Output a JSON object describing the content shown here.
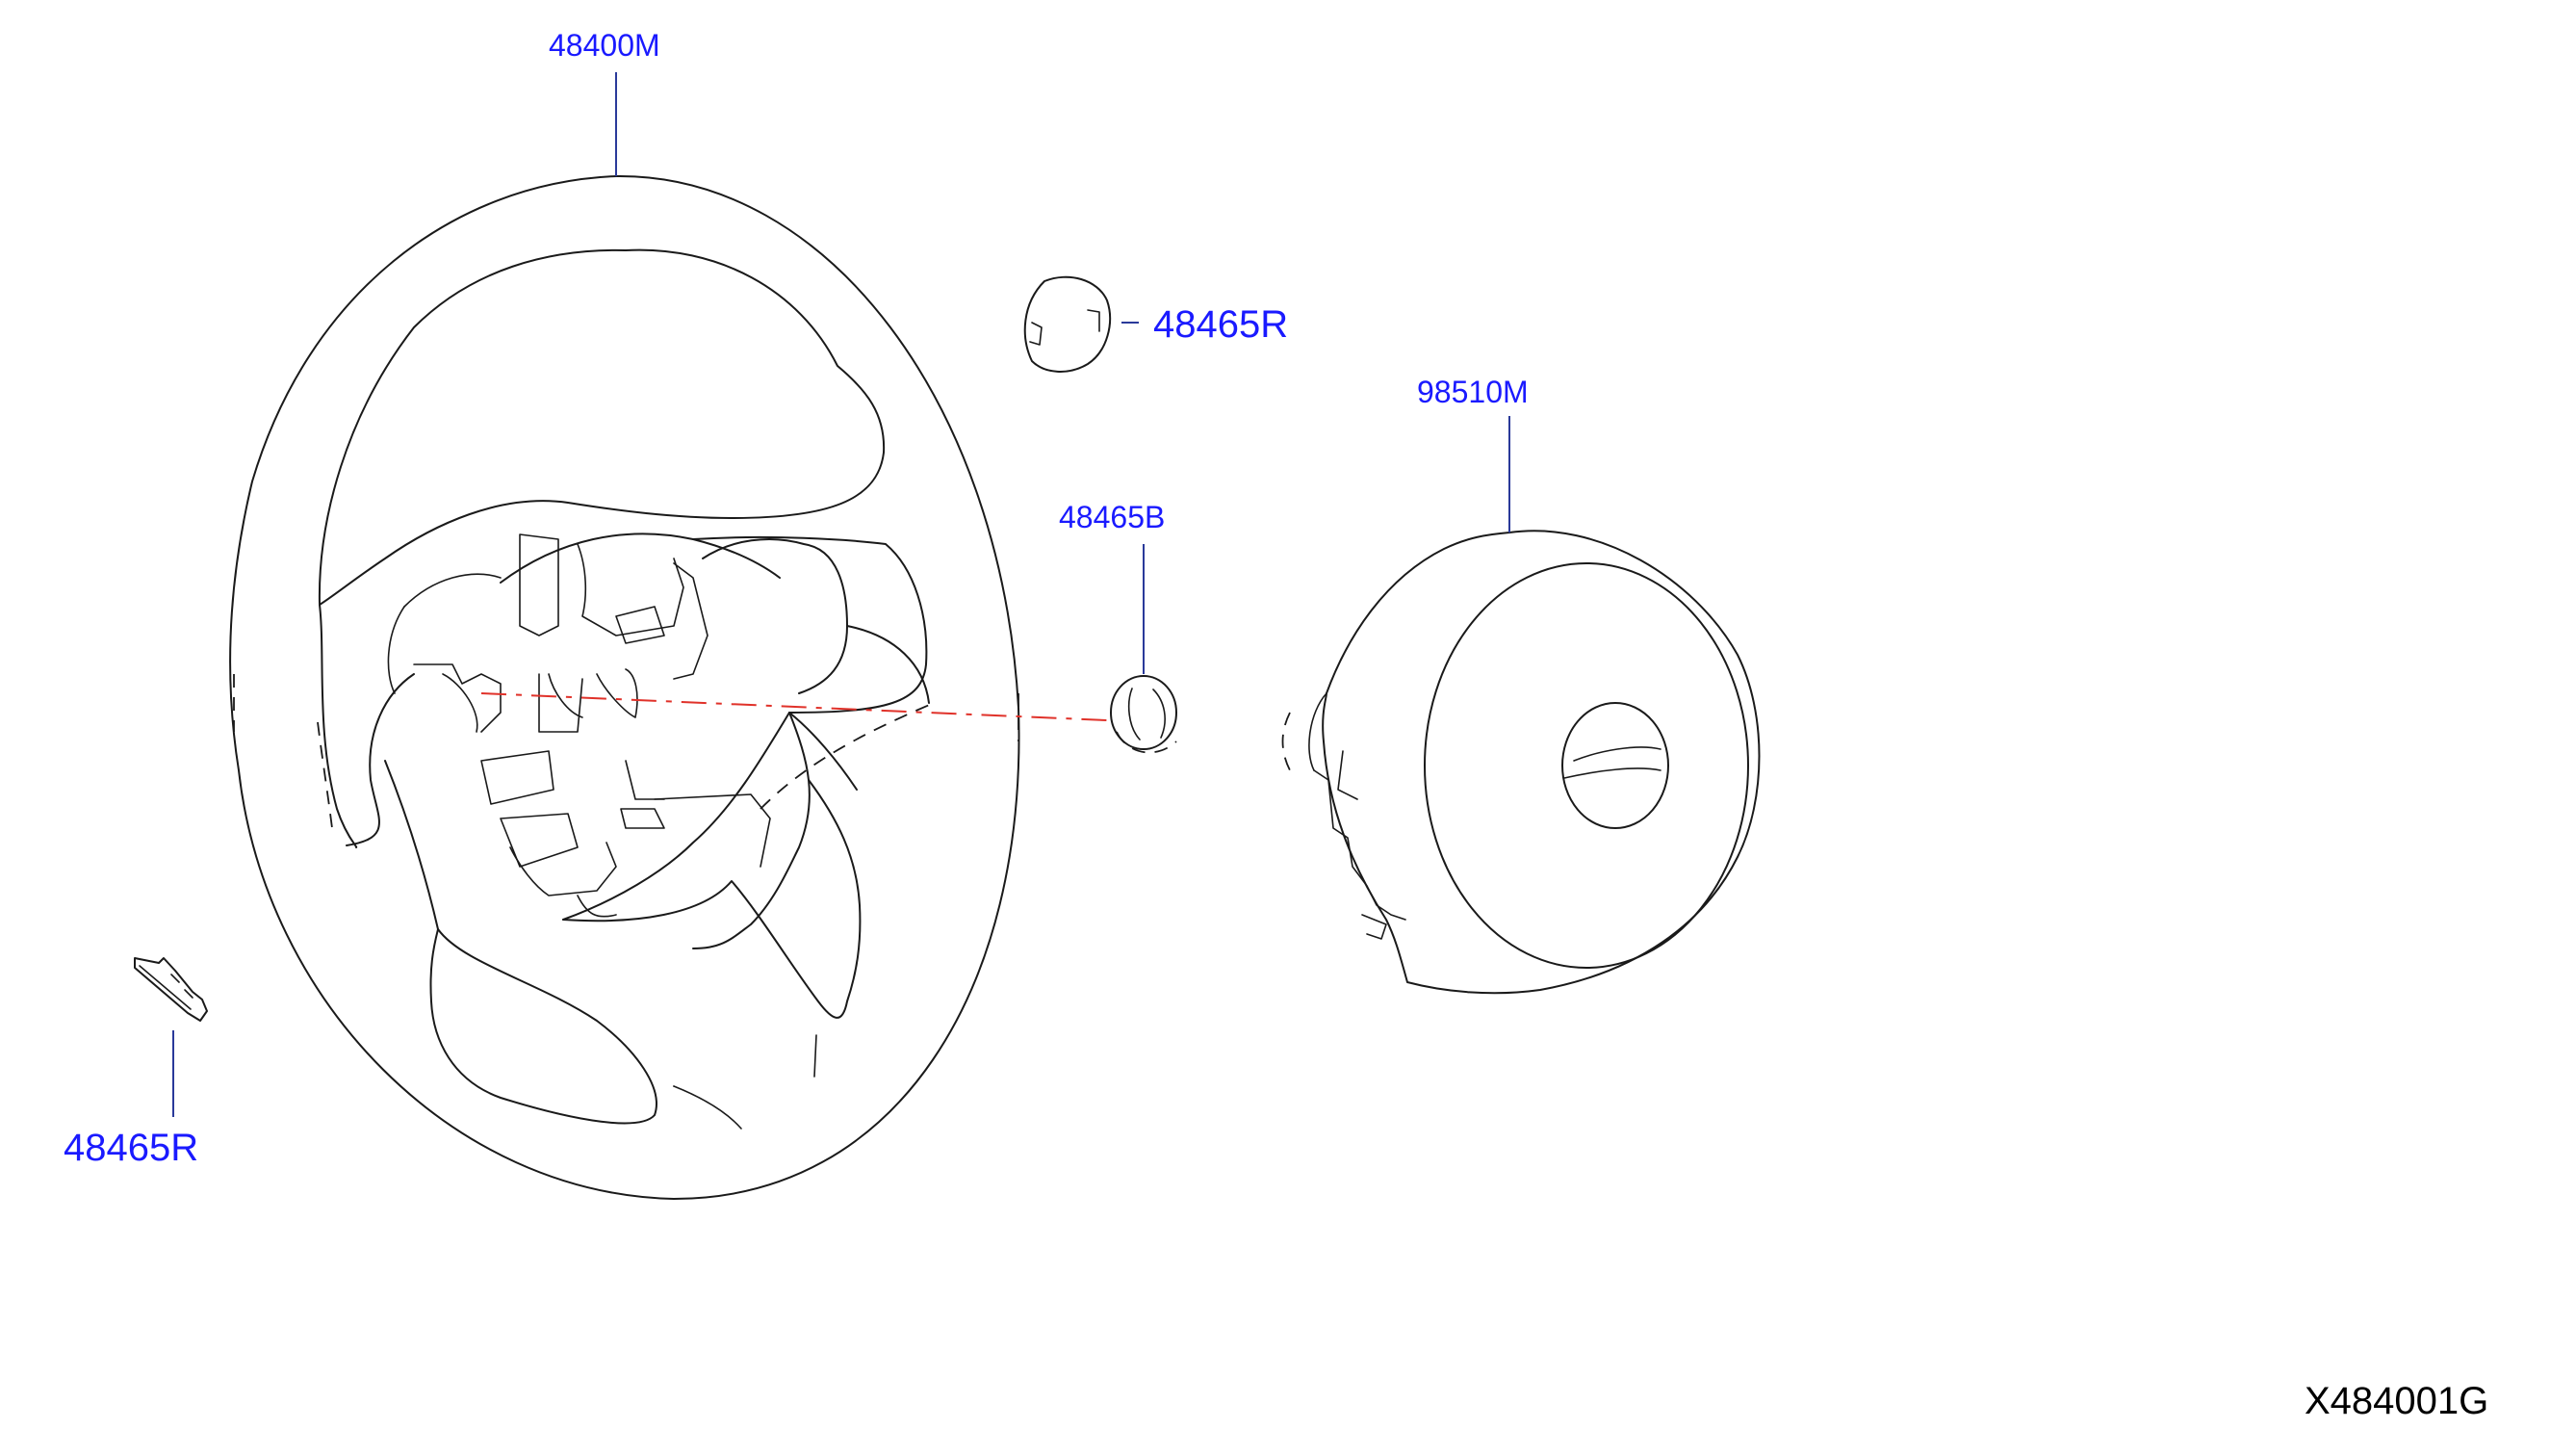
{
  "diagram": {
    "id": "X484001G",
    "parts": {
      "steering_wheel": "48400M",
      "cover_top": "48465R",
      "cover_bottom": "48465R",
      "cover_center": "48465B",
      "airbag_module": "98510M"
    }
  }
}
